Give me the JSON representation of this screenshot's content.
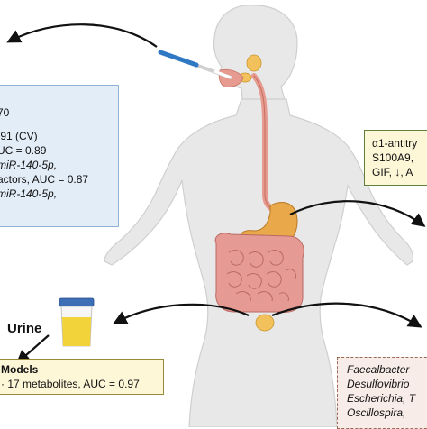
{
  "saliva_panel": {
    "lines": [
      "70",
      ".91 (CV)",
      "UC = 0.89",
      "miR-140-5p,",
      "actors, AUC = 0.87",
      "miR-140-5p,"
    ]
  },
  "gastric_panel": {
    "lines": [
      "α1-antitry",
      "S100A9,",
      "GIF, ↓, A"
    ]
  },
  "urine": {
    "label": "Urine",
    "header": "Models",
    "line": "· 17 metabolites, AUC = 0.97"
  },
  "feces_panel": {
    "lines": [
      "Faecalbacter",
      "Desulfovibrio",
      "Escherichia, T",
      "Oscillospira,"
    ]
  },
  "colors": {
    "skin": "#e8e8e8",
    "outline": "#cfcfcf",
    "esophagus": "#e79a8f",
    "stomach": "#e9a84a",
    "intestine": "#e69a94",
    "salivary": "#f2c15c",
    "urine_liquid": "#f2d43a",
    "urine_cap": "#3d6fb6"
  }
}
